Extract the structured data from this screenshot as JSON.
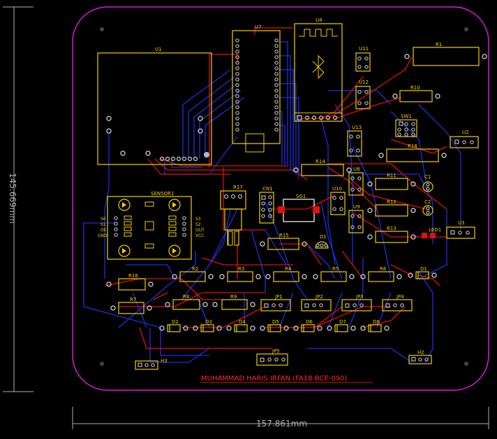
{
  "colors": {
    "background": "#000000",
    "outline": "#d81bd8",
    "silkscreen": "#f2d000",
    "top_copper": "#e01010",
    "bottom_copper": "#1f2fe0",
    "pad": "#b8b8b8",
    "dimension": "#b0b0b0",
    "author_text": "#ff2a2a"
  },
  "dimensions": {
    "height_label": "145.669mm",
    "width_label": "157.861mm"
  },
  "author": "MUHAMMAD HARIS IRFAN  (FA18-BCE-090)",
  "components": {
    "u1": "U1",
    "u7": "U7",
    "u4": "U4",
    "u11": "U11",
    "u12": "U12",
    "u13": "U13",
    "u2": "U2",
    "u3": "U3",
    "u8": "U8",
    "u9": "U9",
    "u10": "U10",
    "r1": "R1",
    "r2": "R2",
    "r3": "R3",
    "r4": "R4",
    "r5": "R5",
    "r6": "R6",
    "r7": "R7",
    "r8": "R8",
    "r9": "R9",
    "r10": "R10",
    "r11": "R11",
    "r12": "R12",
    "r13": "R13",
    "r14": "R14",
    "r15": "R15",
    "r16": "R16",
    "r17": "R17",
    "r18": "R18",
    "sw1": "SW1",
    "sensor1": "SENSOR1",
    "cn1": "CN1",
    "sg1": "SG1",
    "c1": "C1",
    "c2": "C2",
    "led1": "LED1",
    "d1": "D1",
    "d2": "D2",
    "d3": "D3",
    "d4": "D4",
    "d5": "D5",
    "d6": "D6",
    "d7": "D7",
    "d8": "D8",
    "q1": "D1",
    "jp1": "JP1",
    "jp2": "JP2",
    "jp3": "JP3",
    "jp4": "JP4",
    "jp5": "JP5",
    "h2": "H2",
    "h3": "H3"
  },
  "sensor_pins_left": [
    "S0",
    "S1",
    "OE",
    "GND"
  ],
  "sensor_pins_right": [
    "S3",
    "S2",
    "OUT",
    "VCC"
  ]
}
